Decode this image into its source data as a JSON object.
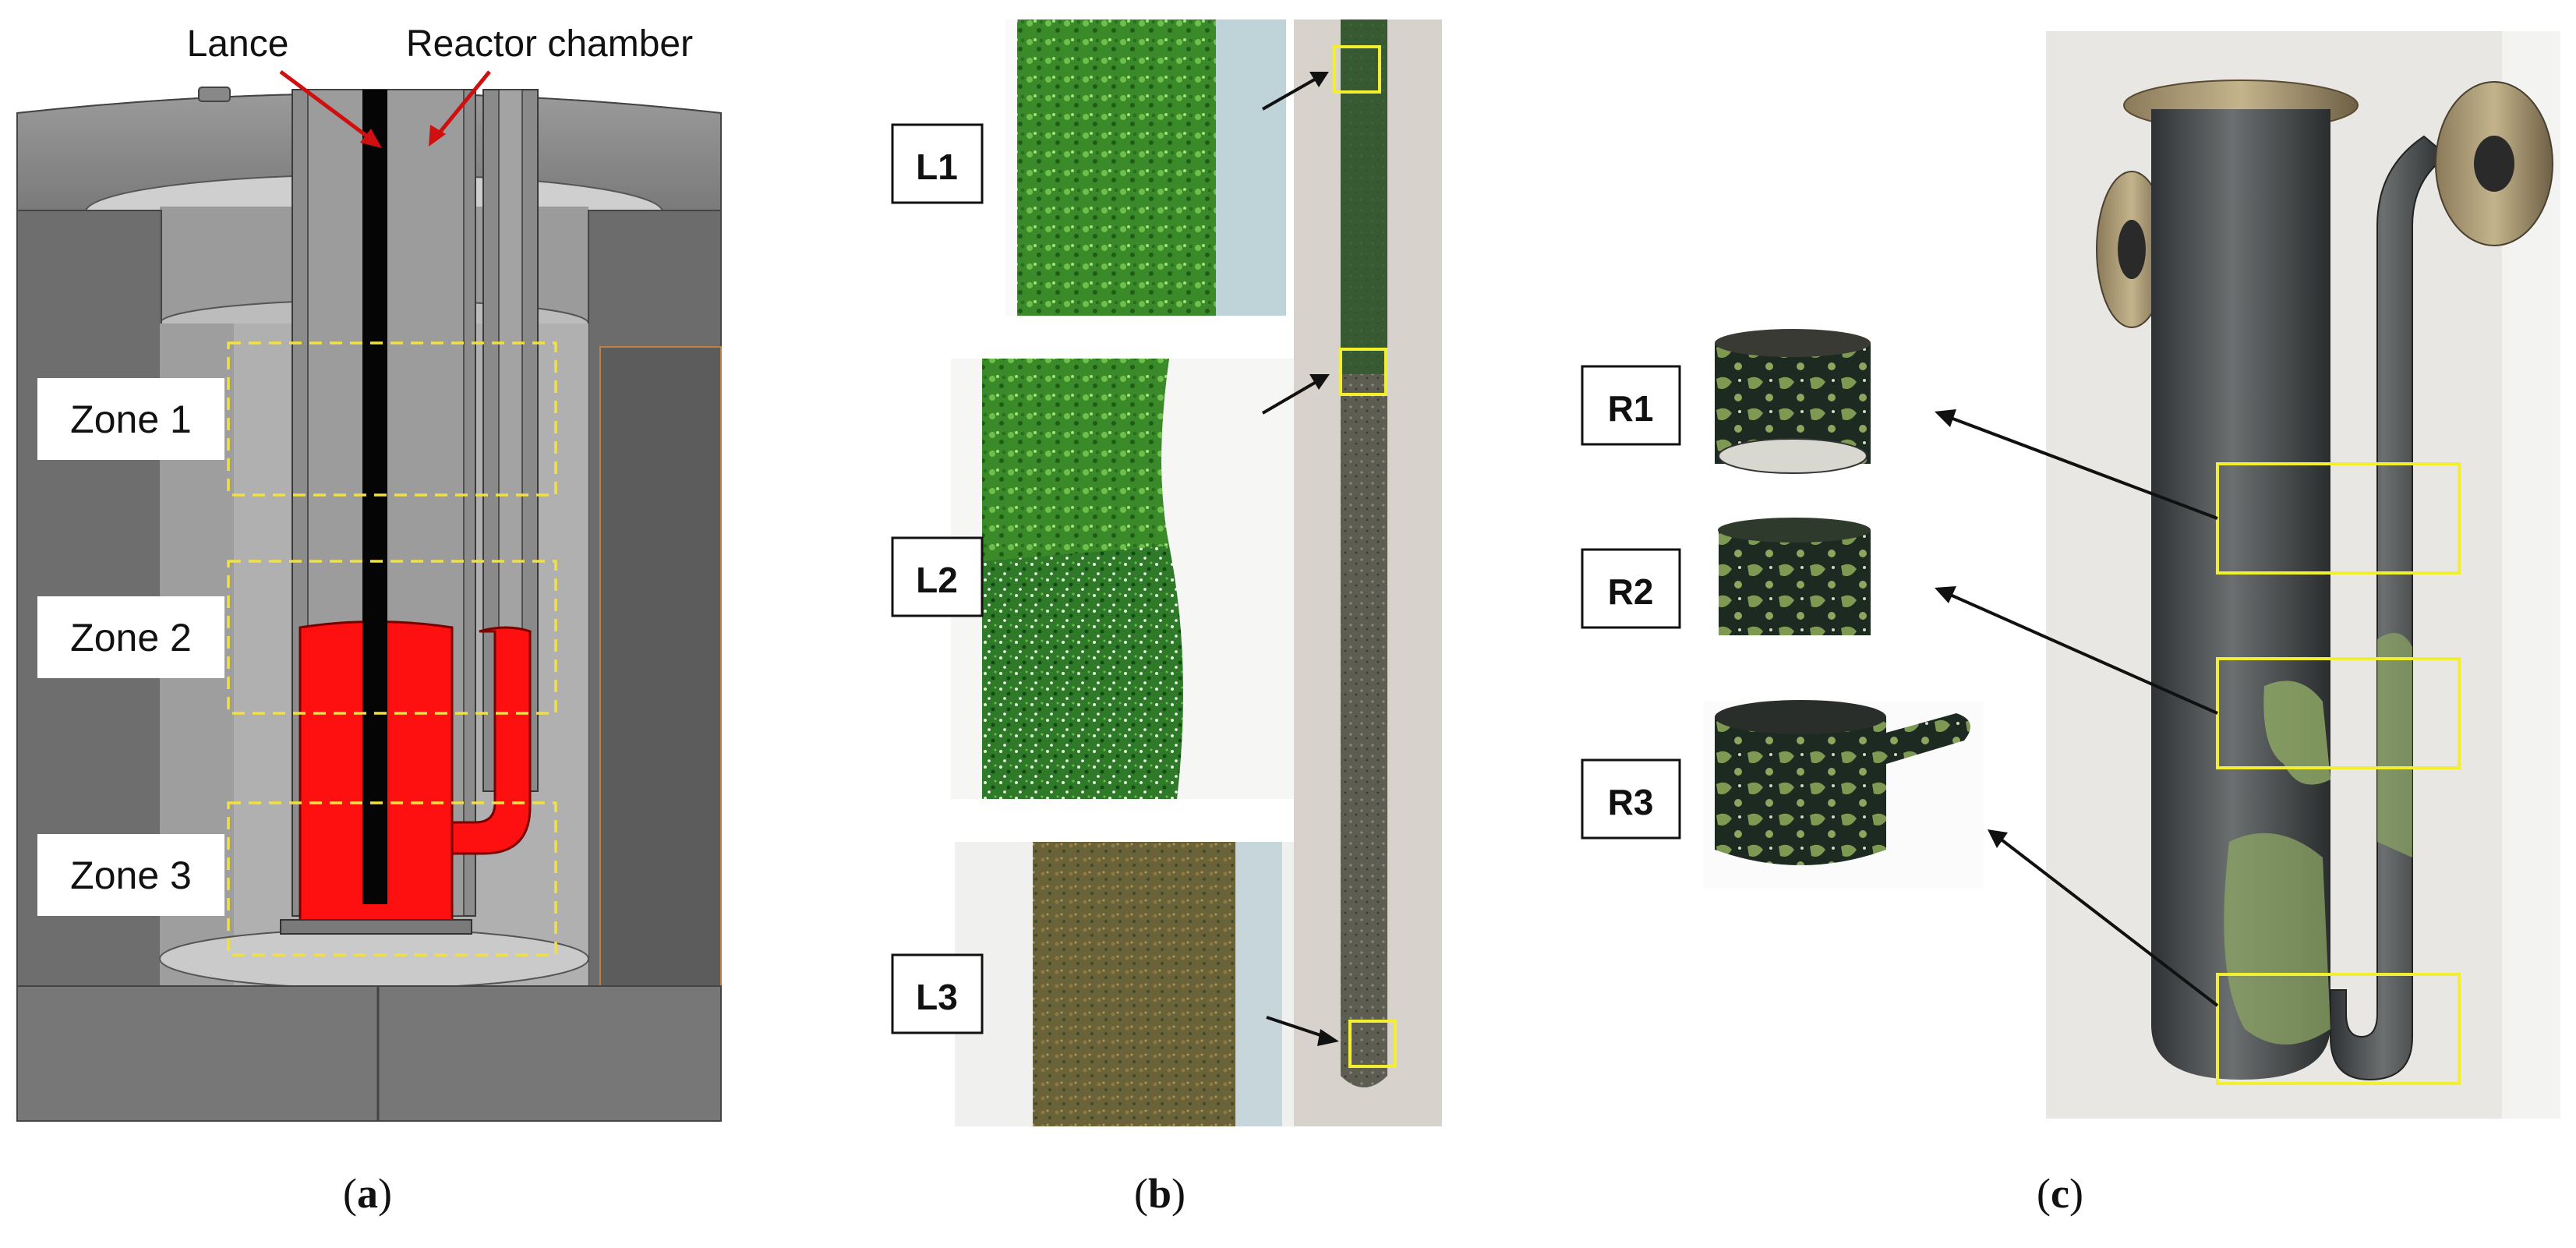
{
  "panel_a": {
    "labels": {
      "lance": "Lance",
      "reactor": "Reactor chamber"
    },
    "zones": [
      "Zone 1",
      "Zone 2",
      "Zone 3"
    ],
    "caption": {
      "letter": "a"
    }
  },
  "panel_b": {
    "samples": [
      "L1",
      "L2",
      "L3"
    ],
    "caption": {
      "letter": "b"
    }
  },
  "panel_c": {
    "samples": [
      "R1",
      "R2",
      "R3"
    ],
    "caption": {
      "letter": "c"
    }
  },
  "colors": {
    "zone_box": "#f0e040",
    "red_vessel": "#ff1010",
    "sample_box": "#f2ee30",
    "green_deposit": "#3b8a2a"
  }
}
